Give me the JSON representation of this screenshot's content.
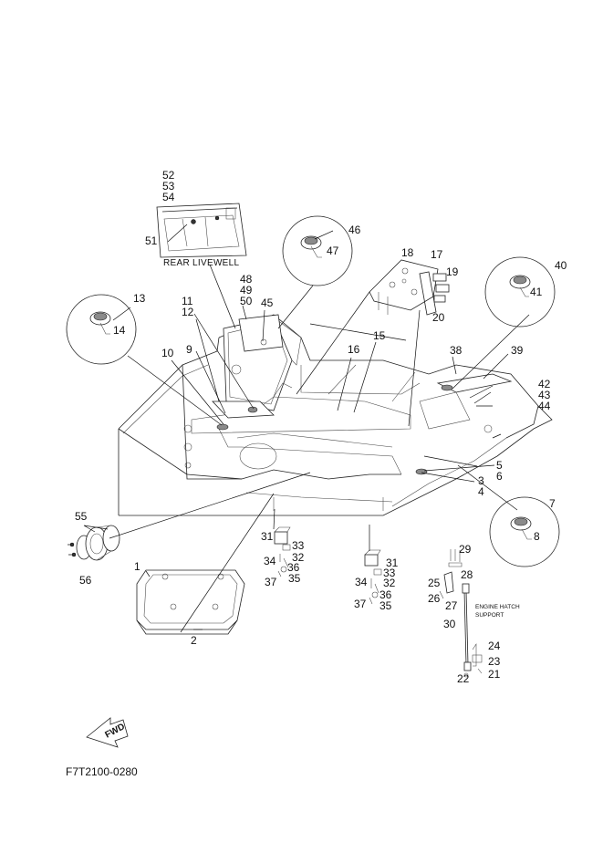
{
  "diagram": {
    "labels": {
      "rear_livewell": "REAR LIVEWELL",
      "engine_hatch_support_line1": "ENGINE HATCH",
      "engine_hatch_support_line2": "SUPPORT",
      "fwd": "FWD",
      "figure_code": "F7T2100-0280"
    },
    "part_numbers": {
      "p1": "1",
      "p2": "2",
      "p3": "3",
      "p4": "4",
      "p5": "5",
      "p6": "6",
      "p7": "7",
      "p8": "8",
      "p9": "9",
      "p10": "10",
      "p11": "11",
      "p12": "12",
      "p13": "13",
      "p14": "14",
      "p15": "15",
      "p16": "16",
      "p17": "17",
      "p18": "18",
      "p19": "19",
      "p20": "20",
      "p21": "21",
      "p22": "22",
      "p23": "23",
      "p24": "24",
      "p25": "25",
      "p26": "26",
      "p27": "27",
      "p28": "28",
      "p29": "29",
      "p30": "30",
      "p31a": "31",
      "p31b": "31",
      "p32a": "32",
      "p32b": "32",
      "p33a": "33",
      "p33b": "33",
      "p34a": "34",
      "p34b": "34",
      "p35a": "35",
      "p35b": "35",
      "p36a": "36",
      "p36b": "36",
      "p37a": "37",
      "p37b": "37",
      "p38": "38",
      "p39": "39",
      "p40": "40",
      "p41": "41",
      "p42": "42",
      "p43": "43",
      "p44": "44",
      "p45": "45",
      "p46": "46",
      "p47": "47",
      "p48": "48",
      "p49": "49",
      "p50": "50",
      "p51": "51",
      "p52": "52",
      "p53": "53",
      "p54": "54",
      "p55": "55",
      "p56": "56"
    }
  }
}
